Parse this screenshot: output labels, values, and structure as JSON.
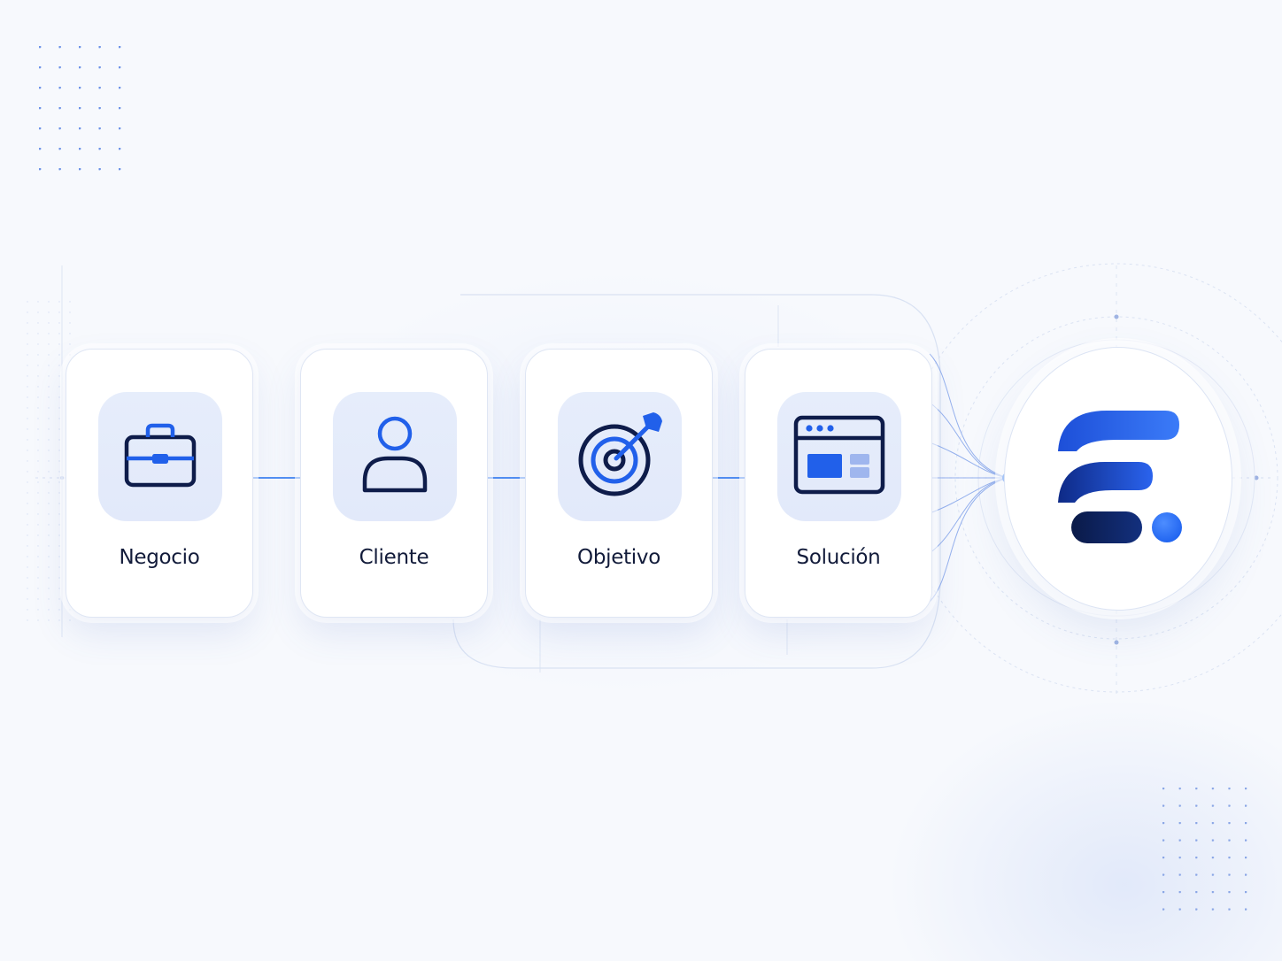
{
  "diagram": {
    "steps": [
      {
        "id": "negocio",
        "label": "Negocio",
        "icon": "briefcase-icon"
      },
      {
        "id": "cliente",
        "label": "Cliente",
        "icon": "user-icon"
      },
      {
        "id": "objetivo",
        "label": "Objetivo",
        "icon": "target-icon"
      },
      {
        "id": "solucion",
        "label": "Solución",
        "icon": "browser-window-icon"
      }
    ],
    "connector": "arrow",
    "brand": {
      "icon": "brand-logo-icon"
    }
  },
  "colors": {
    "background": "#f7f9fd",
    "accent": "#1f6ff0",
    "icon_stroke": "#0e1c4a",
    "label": "#121b3a",
    "tile": "#e4ebfb",
    "brand_gradient": [
      "#2e6ef5",
      "#0f2f8a",
      "#0b1a4a"
    ]
  }
}
